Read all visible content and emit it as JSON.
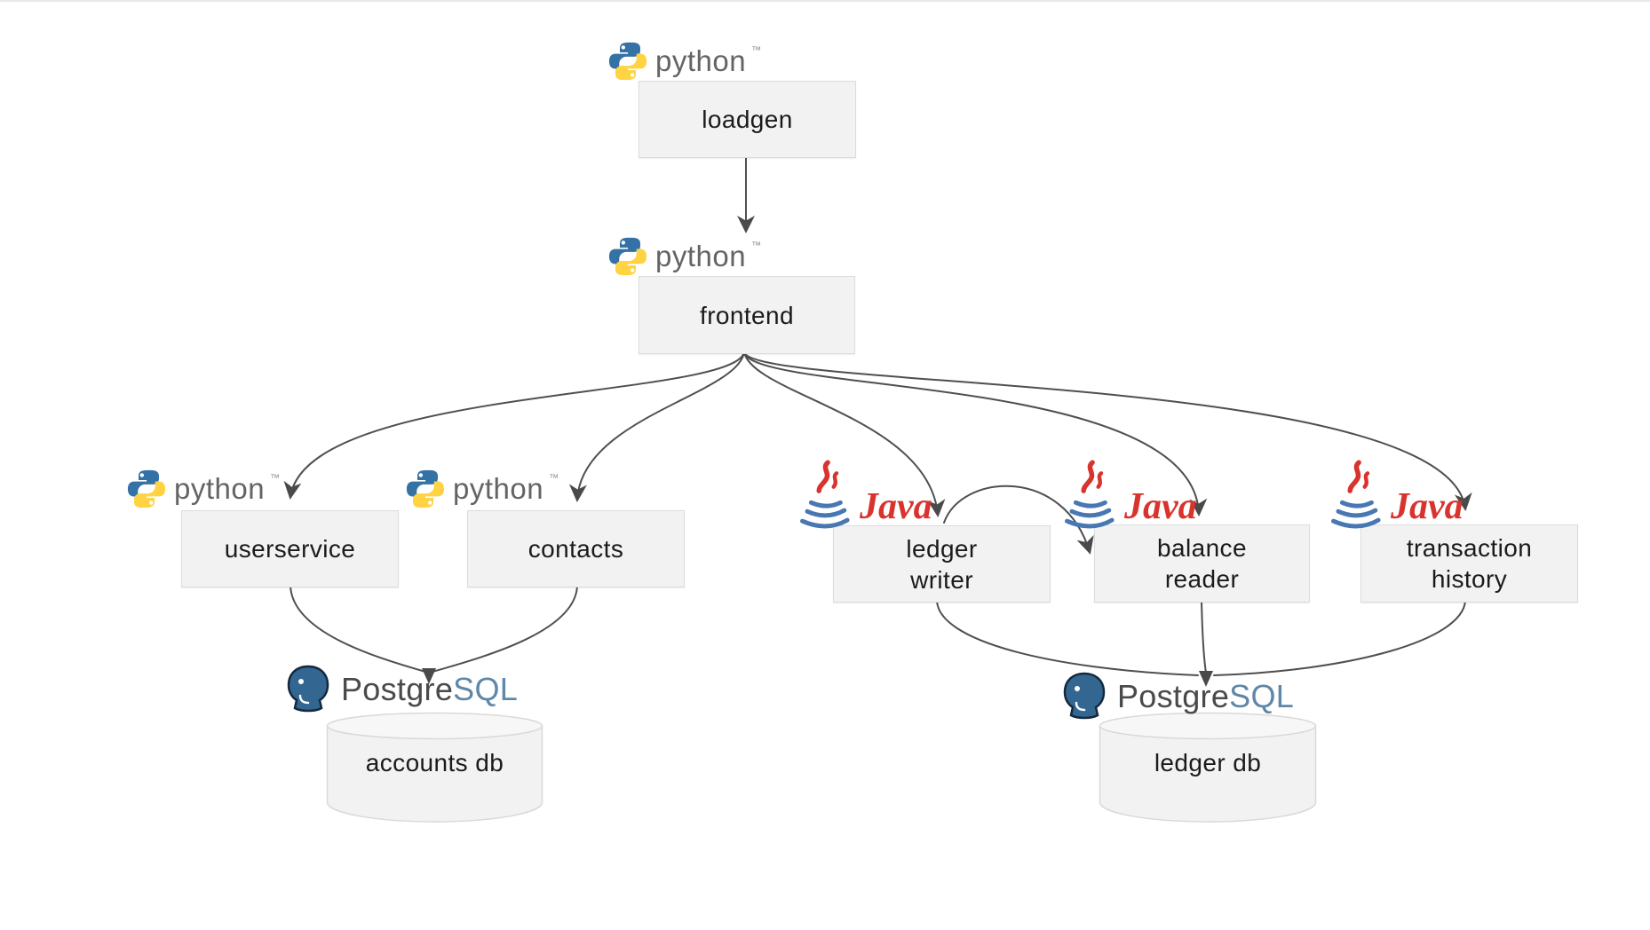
{
  "diagram": {
    "nodes": {
      "loadgen": {
        "label": "loadgen",
        "runtime": "python"
      },
      "frontend": {
        "label": "frontend",
        "runtime": "python"
      },
      "userservice": {
        "label": "userservice",
        "runtime": "python"
      },
      "contacts": {
        "label": "contacts",
        "runtime": "python"
      },
      "ledger_writer": {
        "line1": "ledger",
        "line2": "writer",
        "runtime": "java"
      },
      "balance_reader": {
        "line1": "balance",
        "line2": "reader",
        "runtime": "java"
      },
      "transaction_history": {
        "line1": "transaction",
        "line2": "history",
        "runtime": "java"
      }
    },
    "databases": {
      "accounts_db": {
        "label": "accounts db",
        "engine": "PostgreSQL"
      },
      "ledger_db": {
        "label": "ledger db",
        "engine": "PostgreSQL"
      }
    },
    "logos": {
      "python": {
        "wordmark": "python",
        "tm": "™"
      },
      "java": {
        "wordmark": "Java"
      },
      "postgresql": {
        "part1": "Postgre",
        "part2": "SQL"
      }
    },
    "edges": [
      {
        "from": "loadgen",
        "to": "frontend"
      },
      {
        "from": "frontend",
        "to": "userservice"
      },
      {
        "from": "frontend",
        "to": "contacts"
      },
      {
        "from": "frontend",
        "to": "ledger_writer"
      },
      {
        "from": "frontend",
        "to": "balance_reader"
      },
      {
        "from": "frontend",
        "to": "transaction_history"
      },
      {
        "from": "ledger_writer",
        "to": "balance_reader"
      },
      {
        "from": "userservice",
        "to": "accounts_db"
      },
      {
        "from": "contacts",
        "to": "accounts_db"
      },
      {
        "from": "ledger_writer",
        "to": "ledger_db"
      },
      {
        "from": "balance_reader",
        "to": "ledger_db"
      },
      {
        "from": "transaction_history",
        "to": "ledger_db"
      }
    ],
    "colors": {
      "box_fill": "#f2f2f2",
      "box_border": "#dcdcdc",
      "arrow": "#4f4f4f",
      "python_blue": "#3472a6",
      "python_yellow": "#ffd342",
      "python_wordmark_gray": "#646464",
      "java_red": "#d9332e",
      "java_blue": "#4877b3",
      "postgres_blue": "#336791",
      "postgres_text_dark": "#4a4a4a",
      "postgres_sql_blue": "#5e87a8"
    }
  }
}
